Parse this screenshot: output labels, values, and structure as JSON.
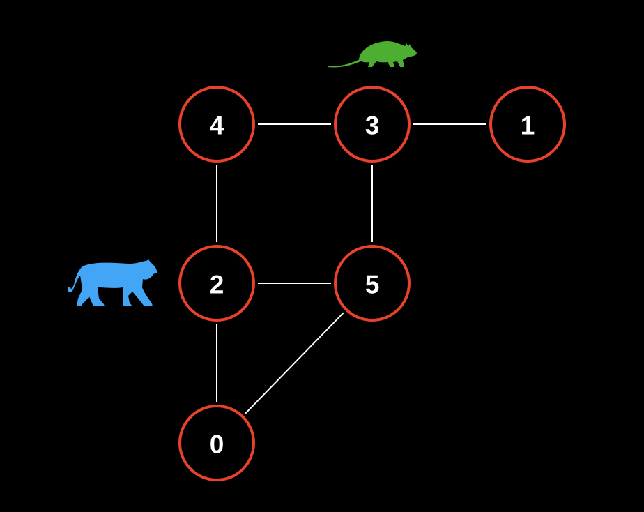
{
  "graph": {
    "nodes": [
      {
        "id": "4",
        "label": "4"
      },
      {
        "id": "3",
        "label": "3"
      },
      {
        "id": "1",
        "label": "1"
      },
      {
        "id": "2",
        "label": "2"
      },
      {
        "id": "5",
        "label": "5"
      },
      {
        "id": "0",
        "label": "0"
      }
    ],
    "edges": [
      [
        "4",
        "3"
      ],
      [
        "3",
        "1"
      ],
      [
        "4",
        "2"
      ],
      [
        "3",
        "5"
      ],
      [
        "2",
        "5"
      ],
      [
        "2",
        "0"
      ],
      [
        "5",
        "0"
      ]
    ],
    "markers": [
      {
        "icon": "mouse-icon",
        "near_node": "3",
        "color": "#4caf32"
      },
      {
        "icon": "tiger-icon",
        "near_node": "2",
        "color": "#42a5f5"
      }
    ]
  },
  "colors": {
    "node_stroke": "#e8412c",
    "edge": "#ffffff",
    "background": "#000000"
  }
}
